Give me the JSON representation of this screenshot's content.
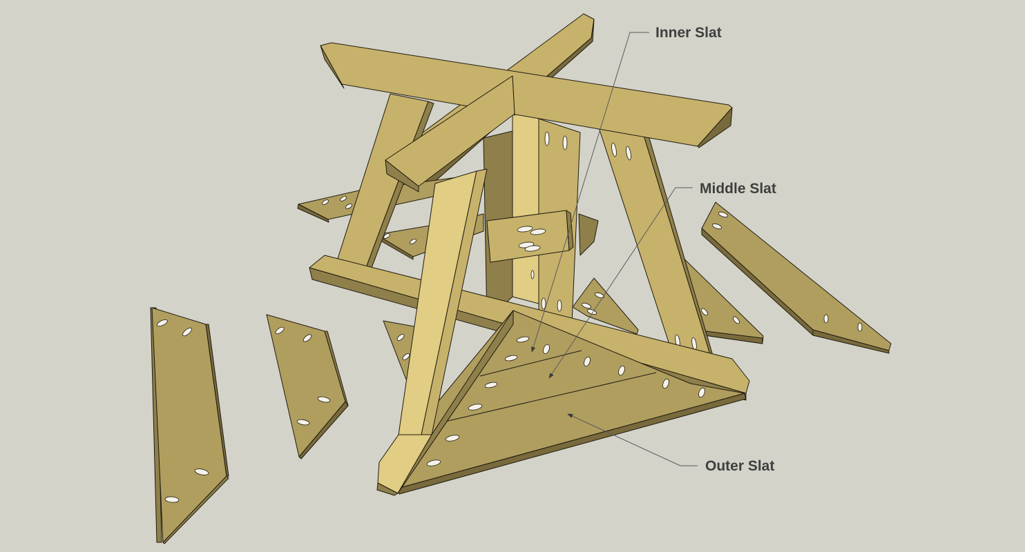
{
  "diagram": {
    "callouts": [
      {
        "id": "inner",
        "label": "Inner Slat"
      },
      {
        "id": "middle",
        "label": "Middle Slat"
      },
      {
        "id": "outer",
        "label": "Outer Slat"
      }
    ]
  }
}
